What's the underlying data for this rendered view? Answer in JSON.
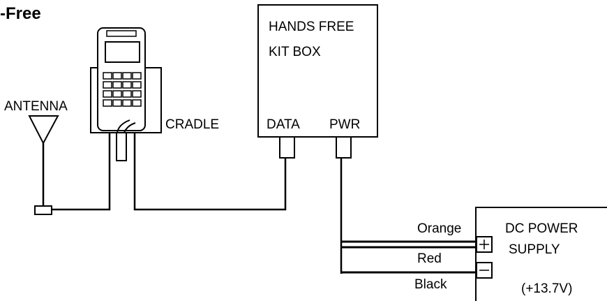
{
  "title": "-Free",
  "labels": {
    "antenna": "ANTENNA",
    "cradle": "CRADLE",
    "kit_box_line1": "HANDS FREE",
    "kit_box_line2": "KIT BOX",
    "data_port": "DATA",
    "pwr_port": "PWR",
    "psu_line1": "DC POWER",
    "psu_line2": "SUPPLY",
    "psu_voltage": "(+13.7V)",
    "wire_orange": "Orange",
    "wire_red": "Red",
    "wire_black": "Black"
  },
  "colors": {
    "line": "#000000",
    "background": "#ffffff"
  }
}
